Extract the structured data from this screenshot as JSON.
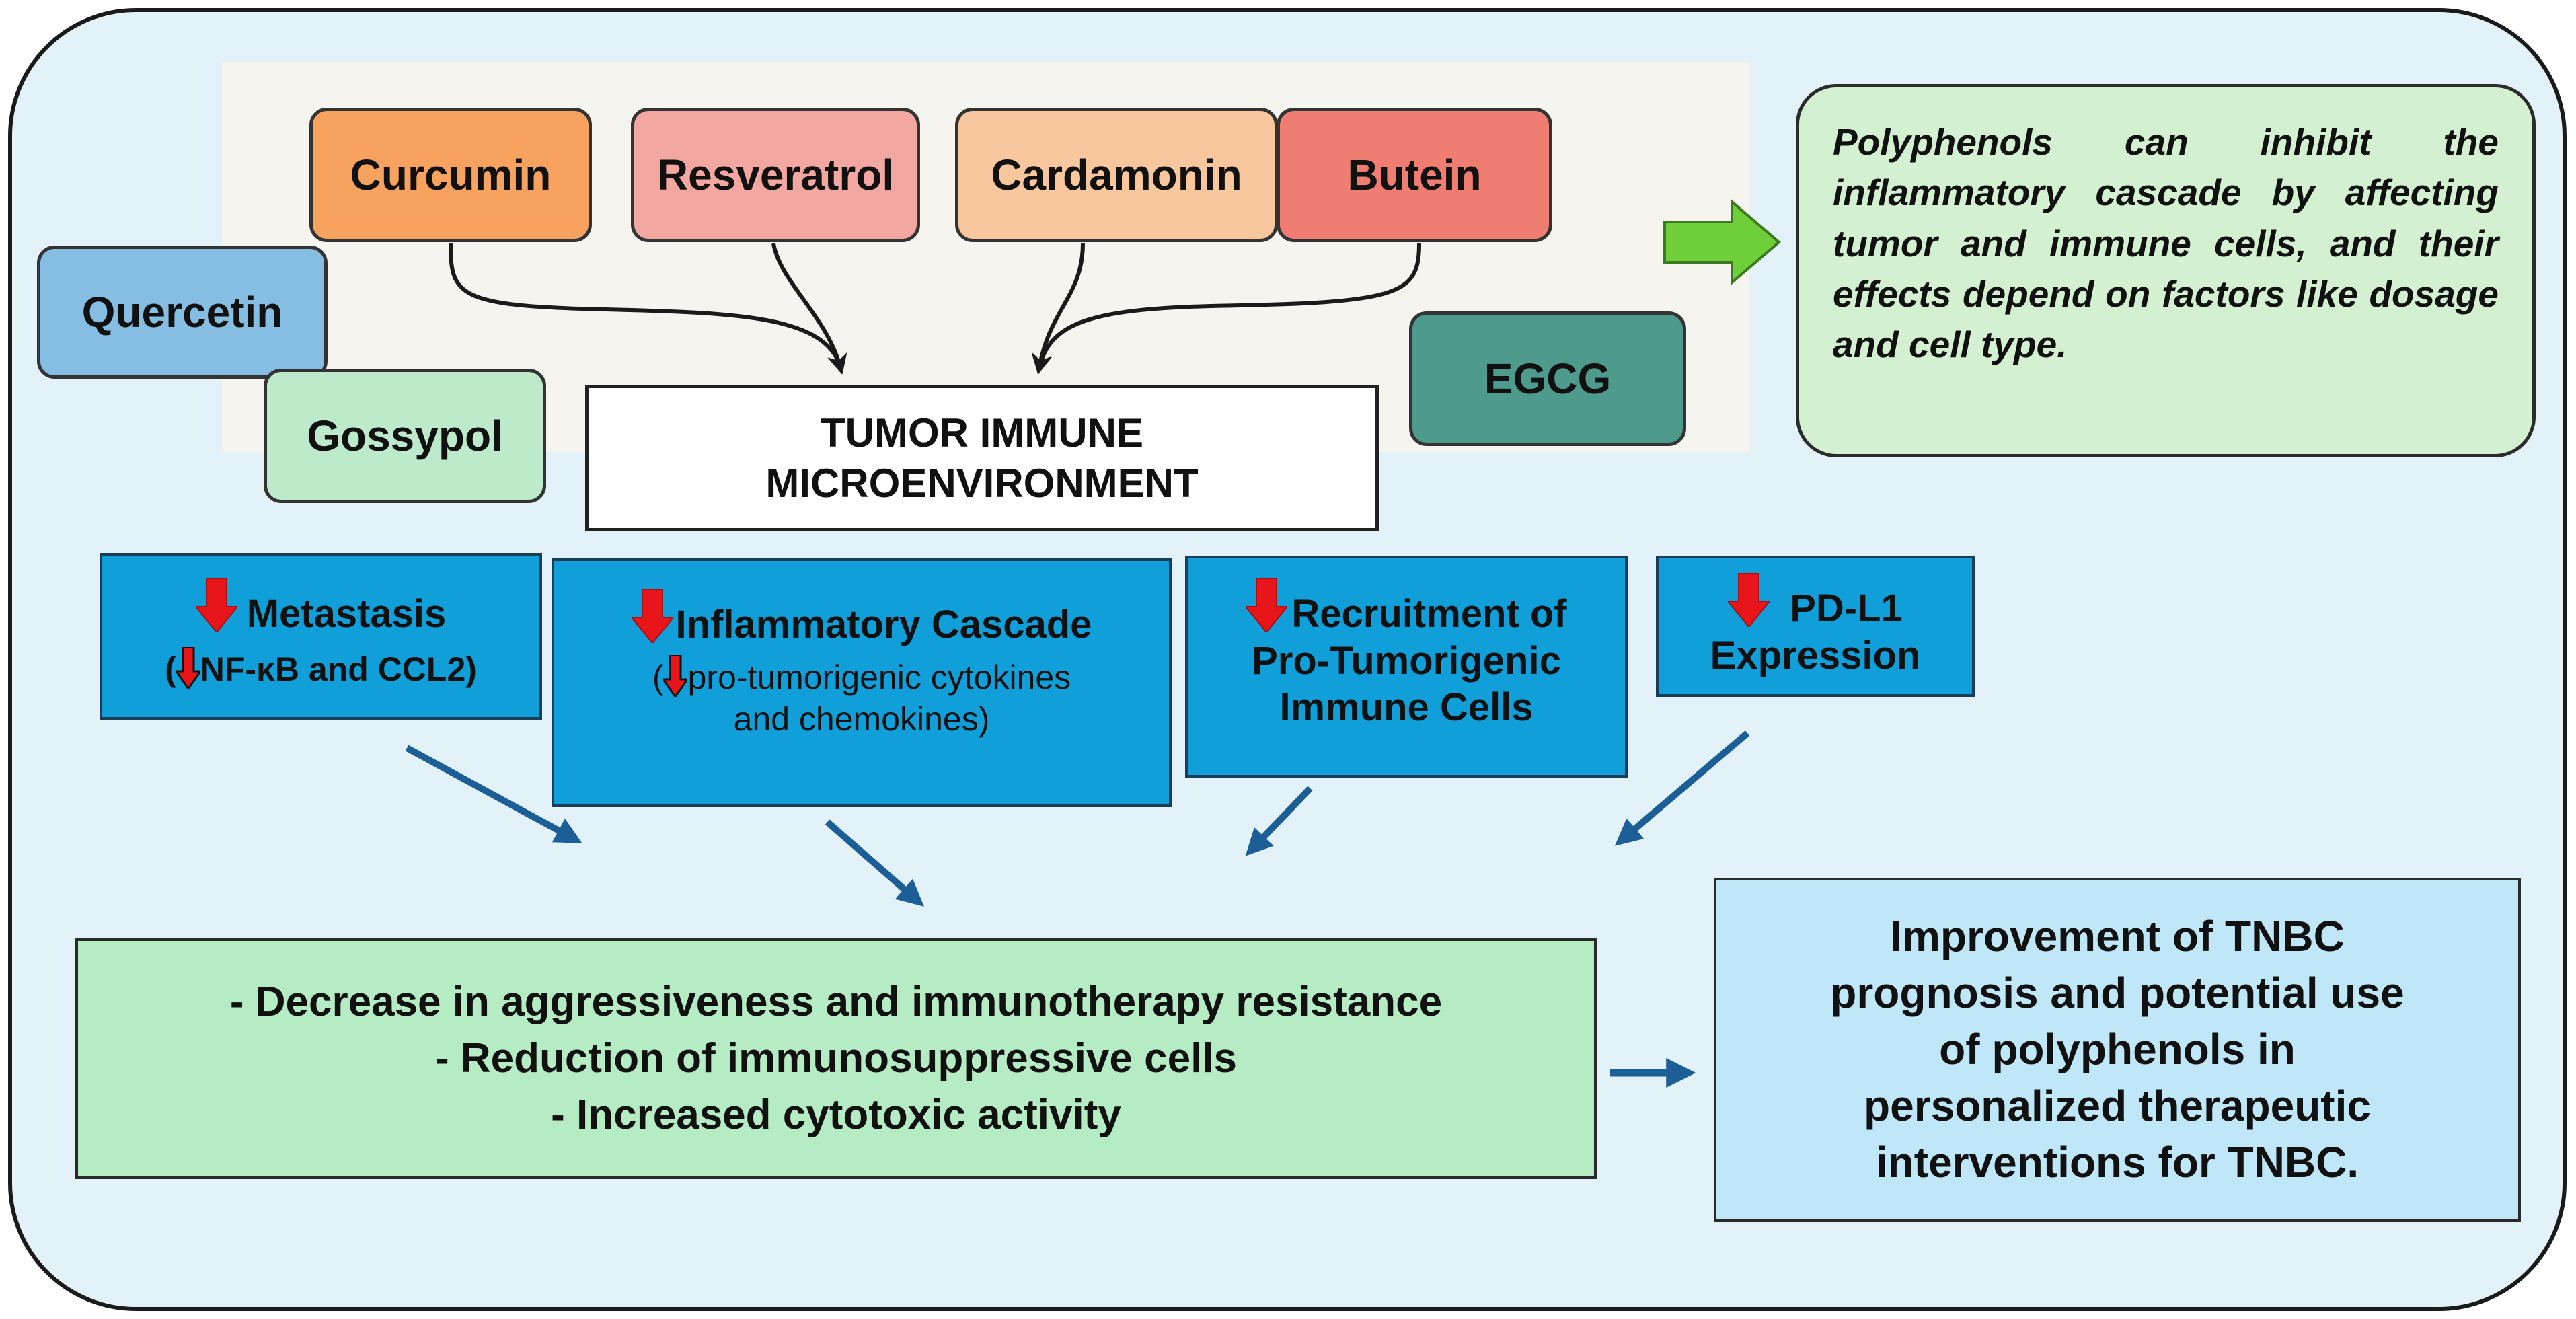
{
  "compounds": {
    "curcumin": "Curcumin",
    "resveratrol": "Resveratrol",
    "cardamonin": "Cardamonin",
    "butein": "Butein",
    "quercetin": "Quercetin",
    "gossypol": "Gossypol",
    "egcg": "EGCG"
  },
  "target": {
    "line1": "TUMOR IMMUNE",
    "line2": "MICROENVIRONMENT"
  },
  "note": "Polyphenols can inhibit the inflammatory cascade by affecting tumor and immune cells, and their effects depend on factors like dosage and cell type.",
  "effects": {
    "metastasis": {
      "title": "Metastasis",
      "sub_open": "(",
      "sub_text": "NF-κB and CCL2)"
    },
    "inflammatory": {
      "title": "Inflammatory Cascade",
      "sub_open": "(",
      "sub_line1": "pro-tumorigenic cytokines",
      "sub_line2": "and chemokines)"
    },
    "recruitment": {
      "title_line1": "Recruitment of",
      "title_line2": "Pro-Tumorigenic",
      "title_line3": "Immune Cells"
    },
    "pdl1": {
      "title_line1": "PD-L1",
      "title_line2": "Expression"
    }
  },
  "outcome": {
    "line1": "- Decrease in aggressiveness and  immunotherapy resistance",
    "line2": "- Reduction of immunosuppressive cells",
    "line3": "- Increased cytotoxic activity"
  },
  "conclusion": {
    "line1": "Improvement of TNBC",
    "line2": "prognosis and potential use",
    "line3": "of polyphenols in",
    "line4": "personalized therapeutic",
    "line5": "interventions for TNBC."
  },
  "colors": {
    "frame_bg": "#e3f1f9",
    "effect_box": "#109fd8",
    "down_arrow": "#e8161b",
    "outcome_box": "#b6ecc4",
    "conclusion_box": "#bfe7f7",
    "note_box": "#d3f1d0",
    "right_arrow": "#6fcf3b",
    "flow_arrow": "#1b5f96"
  }
}
